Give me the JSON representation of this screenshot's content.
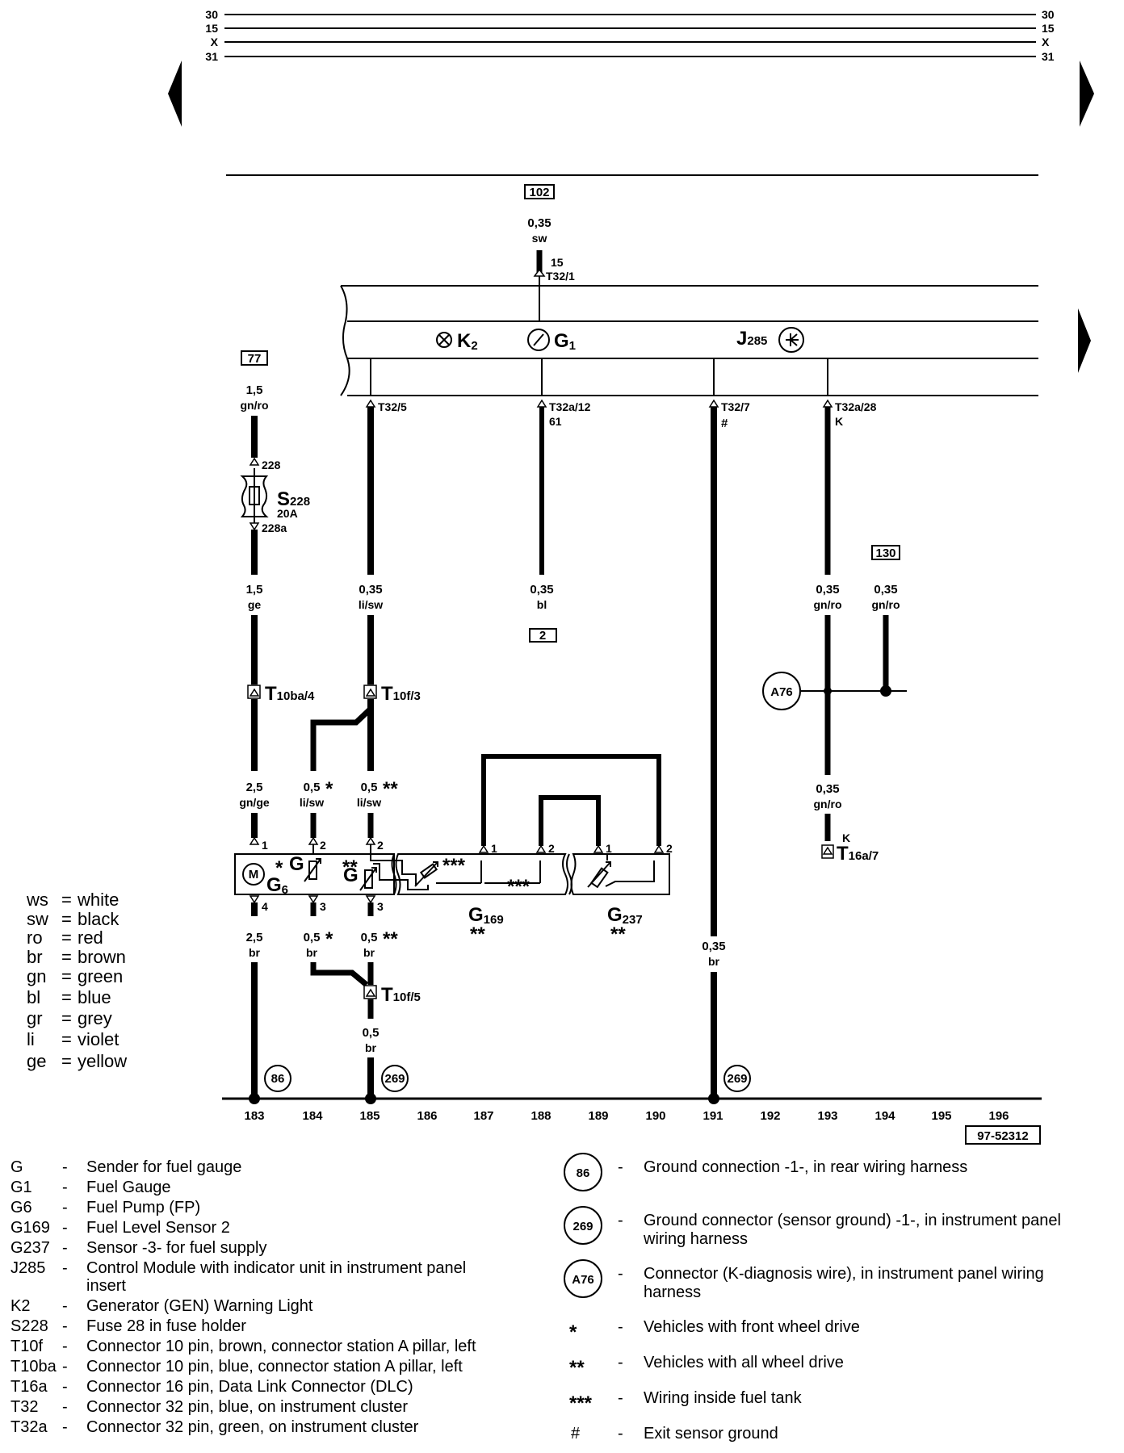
{
  "rails": {
    "left": [
      "30",
      "15",
      "X",
      "31"
    ],
    "right": [
      "30",
      "15",
      "X",
      "31"
    ]
  },
  "diagram_id": "97-52312",
  "fuse_refs": {
    "f102": "102",
    "f77": "77",
    "f130": "130",
    "ref2": "2"
  },
  "wires": {
    "w_top": {
      "size": "0,35",
      "color": "sw"
    },
    "w_77": {
      "size": "1,5",
      "color": "gn/ro"
    },
    "w_ge": {
      "size": "1,5",
      "color": "ge"
    },
    "w_lisw_top": {
      "size": "0,35",
      "color": "li/sw"
    },
    "w_bl": {
      "size": "0,35",
      "color": "bl"
    },
    "w_gnro1": {
      "size": "0,35",
      "color": "gn/ro"
    },
    "w_gnro2": {
      "size": "0,35",
      "color": "gn/ro"
    },
    "w_gnro3": {
      "size": "0,35",
      "color": "gn/ro"
    },
    "w_gnge": {
      "size": "2,5",
      "color": "gn/ge"
    },
    "w_lisw_a": {
      "size": "0,5",
      "color": "li/sw",
      "mark": "*"
    },
    "w_lisw_b": {
      "size": "0,5",
      "color": "li/sw",
      "mark": "**"
    },
    "w_br_a": {
      "size": "2,5",
      "color": "br"
    },
    "w_br_b": {
      "size": "0,5",
      "color": "br",
      "mark": "*"
    },
    "w_br_c": {
      "size": "0,5",
      "color": "br",
      "mark": "**"
    },
    "w_br_d": {
      "size": "0,5",
      "color": "br"
    },
    "w_br_e": {
      "size": "0,35",
      "color": "br"
    }
  },
  "pins": {
    "t15": "15",
    "t32_1": "T32/1",
    "t32_5": "T32/5",
    "t32a_12": "T32a/12",
    "t61": "61",
    "t32_7": "T32/7",
    "hash": "#",
    "t32a_28": "T32a/28",
    "k": "K",
    "p228": "228",
    "p228a": "228a",
    "s20a": "20A",
    "p1": "1",
    "p2": "2",
    "p3": "3",
    "p4": "4"
  },
  "components": {
    "K2": {
      "main": "K",
      "sub": "2"
    },
    "G1": {
      "main": "G",
      "sub": "1"
    },
    "J285": {
      "main": "J",
      "sub": "285"
    },
    "S228": {
      "main": "S",
      "sub": "228"
    },
    "T10ba4": {
      "main": "T",
      "sub": "10ba/4"
    },
    "T10f3": {
      "main": "T",
      "sub": "10f/3"
    },
    "T10f5": {
      "main": "T",
      "sub": "10f/5"
    },
    "T16a7": {
      "main": "T",
      "sub": "16a/7"
    },
    "G6": {
      "main": "G",
      "sub": "6"
    },
    "G": {
      "main": "G"
    },
    "G169": {
      "main": "G",
      "sub": "169"
    },
    "G237": {
      "main": "G",
      "sub": "237"
    },
    "A76": "A76",
    "M": "M"
  },
  "marks": {
    "one": "*",
    "two": "**",
    "three": "***"
  },
  "grounds": [
    "86",
    "269",
    "269"
  ],
  "track_numbers": [
    "183",
    "184",
    "185",
    "186",
    "187",
    "188",
    "189",
    "190",
    "191",
    "192",
    "193",
    "194",
    "195",
    "196"
  ],
  "color_legend": [
    {
      "code": "ws",
      "name": "white"
    },
    {
      "code": "sw",
      "name": "black"
    },
    {
      "code": "ro",
      "name": "red"
    },
    {
      "code": "br",
      "name": "brown"
    },
    {
      "code": "gn",
      "name": "green"
    },
    {
      "code": "bl",
      "name": "blue"
    },
    {
      "code": "gr",
      "name": "grey"
    },
    {
      "code": "li",
      "name": "violet"
    },
    {
      "code": "ge",
      "name": "yellow"
    }
  ],
  "component_legend": [
    {
      "code": "G",
      "desc": "Sender for fuel gauge"
    },
    {
      "code": "G1",
      "desc": "Fuel Gauge"
    },
    {
      "code": "G6",
      "desc": "Fuel Pump (FP)"
    },
    {
      "code": "G169",
      "desc": "Fuel Level Sensor 2"
    },
    {
      "code": "G237",
      "desc": "Sensor -3- for fuel supply"
    },
    {
      "code": "J285",
      "desc": "Control Module with indicator unit in instrument panel",
      "desc2": "insert"
    },
    {
      "code": "K2",
      "desc": "Generator (GEN) Warning Light"
    },
    {
      "code": "S228",
      "desc": "Fuse 28 in fuse holder"
    },
    {
      "code": "T10f",
      "desc": "Connector 10 pin, brown, connector station A pillar, left"
    },
    {
      "code": "T10ba",
      "desc": "Connector 10 pin, blue, connector station A pillar, left"
    },
    {
      "code": "T16a",
      "desc": "Connector 16 pin, Data Link Connector (DLC)"
    },
    {
      "code": "T32",
      "desc": "Connector 32 pin, blue, on  instrument cluster"
    },
    {
      "code": "T32a",
      "desc": "Connector 32 pin, green, on  instrument cluster"
    }
  ],
  "symbol_legend": [
    {
      "symbol": "86",
      "desc": "Ground connection -1-, in rear wiring harness"
    },
    {
      "symbol": "269",
      "desc": "Ground connector (sensor ground) -1-, in instrument panel",
      "desc2": "wiring harness"
    },
    {
      "symbol": "A76",
      "desc": "Connector (K-diagnosis wire), in instrument panel wiring",
      "desc2": "harness"
    },
    {
      "symbol": "*",
      "desc": "Vehicles with front wheel drive"
    },
    {
      "symbol": "**",
      "desc": "Vehicles with all wheel drive"
    },
    {
      "symbol": "***",
      "desc": "Wiring inside fuel tank"
    },
    {
      "symbol": "#",
      "desc": "Exit sensor ground"
    }
  ],
  "dash": "-",
  "eq": "="
}
